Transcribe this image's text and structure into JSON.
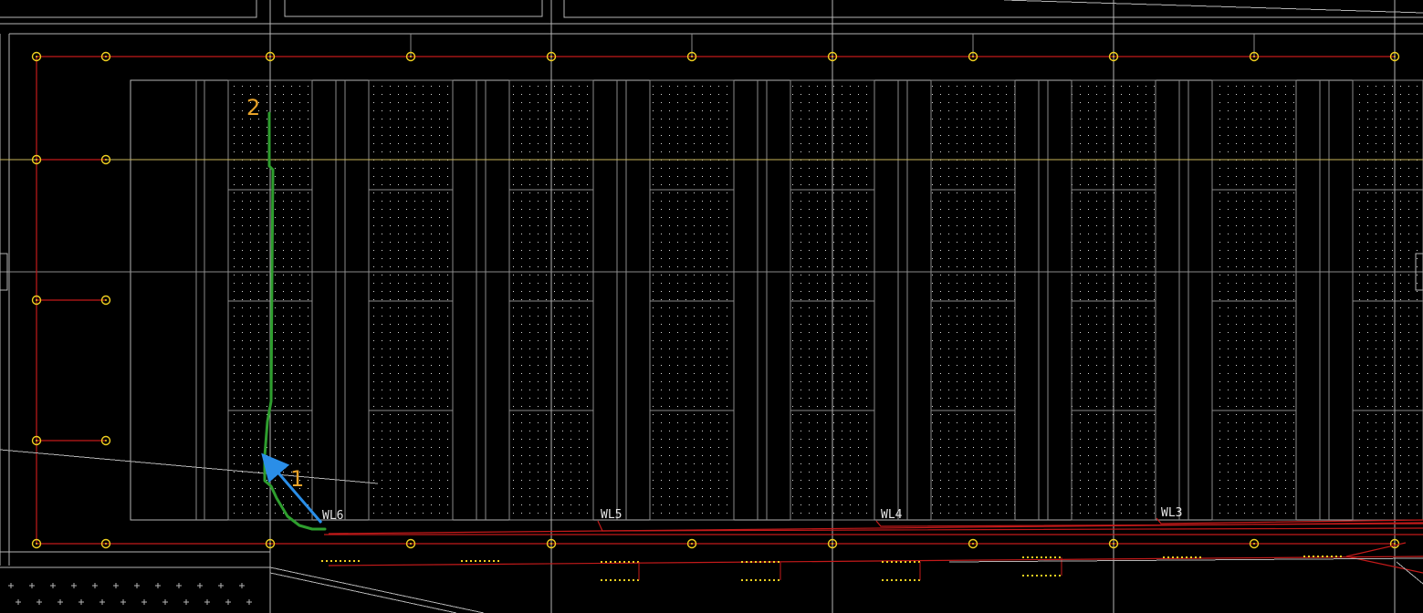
{
  "drawing": {
    "colors": {
      "background": "#000000",
      "linework": "#b4b4b4",
      "grid_axis": "#c41a1a",
      "grid_node": "#f0d020",
      "horizontal_axis": "#c8b45a",
      "pipe_route": "#c41a1a",
      "markup_path": "#2e9e2e",
      "markup_arrow": "#2a8ee8",
      "markup_numbers": "#e8a228",
      "label_text": "#e6e6e6"
    },
    "pipe_labels": [
      "WL6",
      "WL5",
      "WL4",
      "WL3"
    ],
    "markers": {
      "start": "1",
      "end": "2"
    },
    "icons": {
      "grid_node": "grid-node-circle-icon",
      "arrow": "direction-arrow-icon"
    }
  }
}
